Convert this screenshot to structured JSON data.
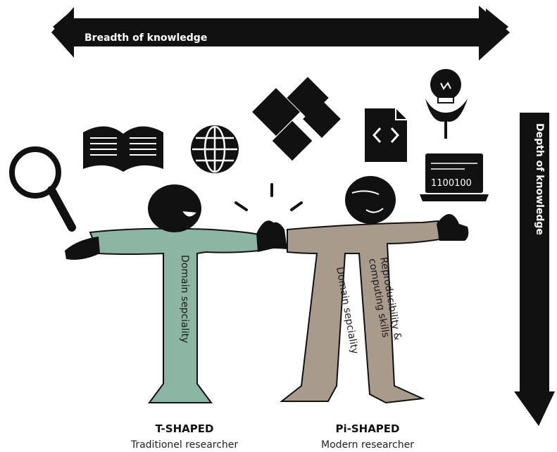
{
  "breadth_arrow": {
    "label": "Breadth of knowledge"
  },
  "depth_arrow": {
    "label": "Depth of knowledge"
  },
  "t_figure": {
    "stem_label": "Domain sepciality",
    "title": "T-SHAPED",
    "subtitle": "Traditionel researcher",
    "color": "#8db5a3"
  },
  "pi_figure": {
    "left_leg_label": "Domain sepciality",
    "right_leg_label_line1": "Reproducibility &",
    "right_leg_label_line2": "computing skills",
    "title": "Pi-SHAPED",
    "subtitle": "Modern researcher",
    "color": "#a89b8c"
  },
  "laptop": {
    "screen_text": "1100100"
  },
  "icons": [
    "magnifier-icon",
    "book-icon",
    "globe-icon",
    "puzzle-icon",
    "code-file-icon",
    "lightbulb-plant-icon",
    "laptop-icon"
  ],
  "colors": {
    "ink": "#111111"
  }
}
